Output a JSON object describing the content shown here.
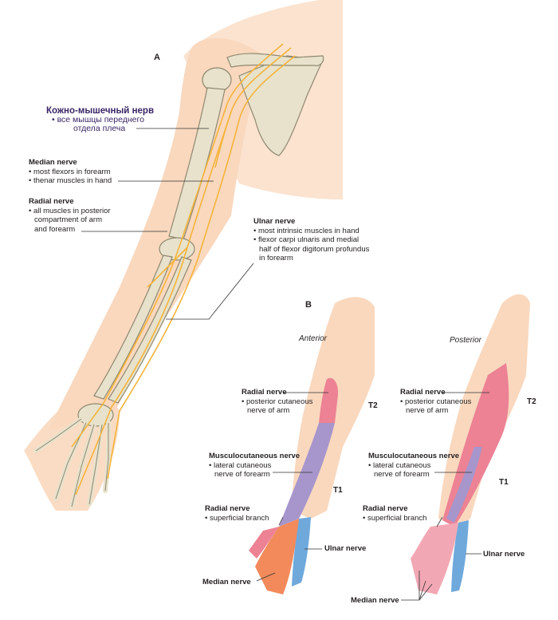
{
  "colors": {
    "skin": "#f9d8be",
    "skin_light": "#fce6d3",
    "bone": "#e8e2cc",
    "bone_outline": "#8f8870",
    "nerve": "#f4b43a",
    "radial_zone": "#ec8294",
    "musculocutaneous_zone": "#a796cc",
    "ulnar_zone": "#6fa9dc",
    "median_zone": "#f28a5b",
    "leader_line": "#333333",
    "russian_text": "#3a2566"
  },
  "panel_a": {
    "letter": "A",
    "musculocutaneous": {
      "title": "Кожно-мышечный нерв",
      "line1": "• все мышцы переднего",
      "line2": "отдела плеча"
    },
    "median": {
      "title": "Median nerve",
      "bullet1": "most flexors in forearm",
      "bullet2": "thenar muscles in hand"
    },
    "radial": {
      "title": "Radial nerve",
      "bullet1": "all muscles in posterior",
      "cont1": "compartment of arm",
      "cont2": "and forearm"
    },
    "ulnar": {
      "title": "Ulnar nerve",
      "bullet1": "most intrinsic muscles in hand",
      "bullet2": "flexor carpi ulnaris and medial",
      "cont1": "half of flexor digitorum profundus",
      "cont2": "in forearm"
    }
  },
  "panel_b": {
    "letter": "B",
    "views": {
      "anterior": "Anterior",
      "posterior": "Posterior"
    },
    "dermatomes": {
      "t2": "T2",
      "t1": "T1"
    },
    "radial_arm": {
      "title": "Radial nerve",
      "bullet": "posterior cutaneous",
      "cont": "nerve of arm"
    },
    "musculocutaneous": {
      "title": "Musculocutaneous nerve",
      "bullet": "lateral cutaneous",
      "cont": "nerve of forearm"
    },
    "radial_superficial": {
      "title": "Radial nerve",
      "bullet": "superficial branch"
    },
    "ulnar": "Ulnar nerve",
    "median": "Median nerve"
  }
}
